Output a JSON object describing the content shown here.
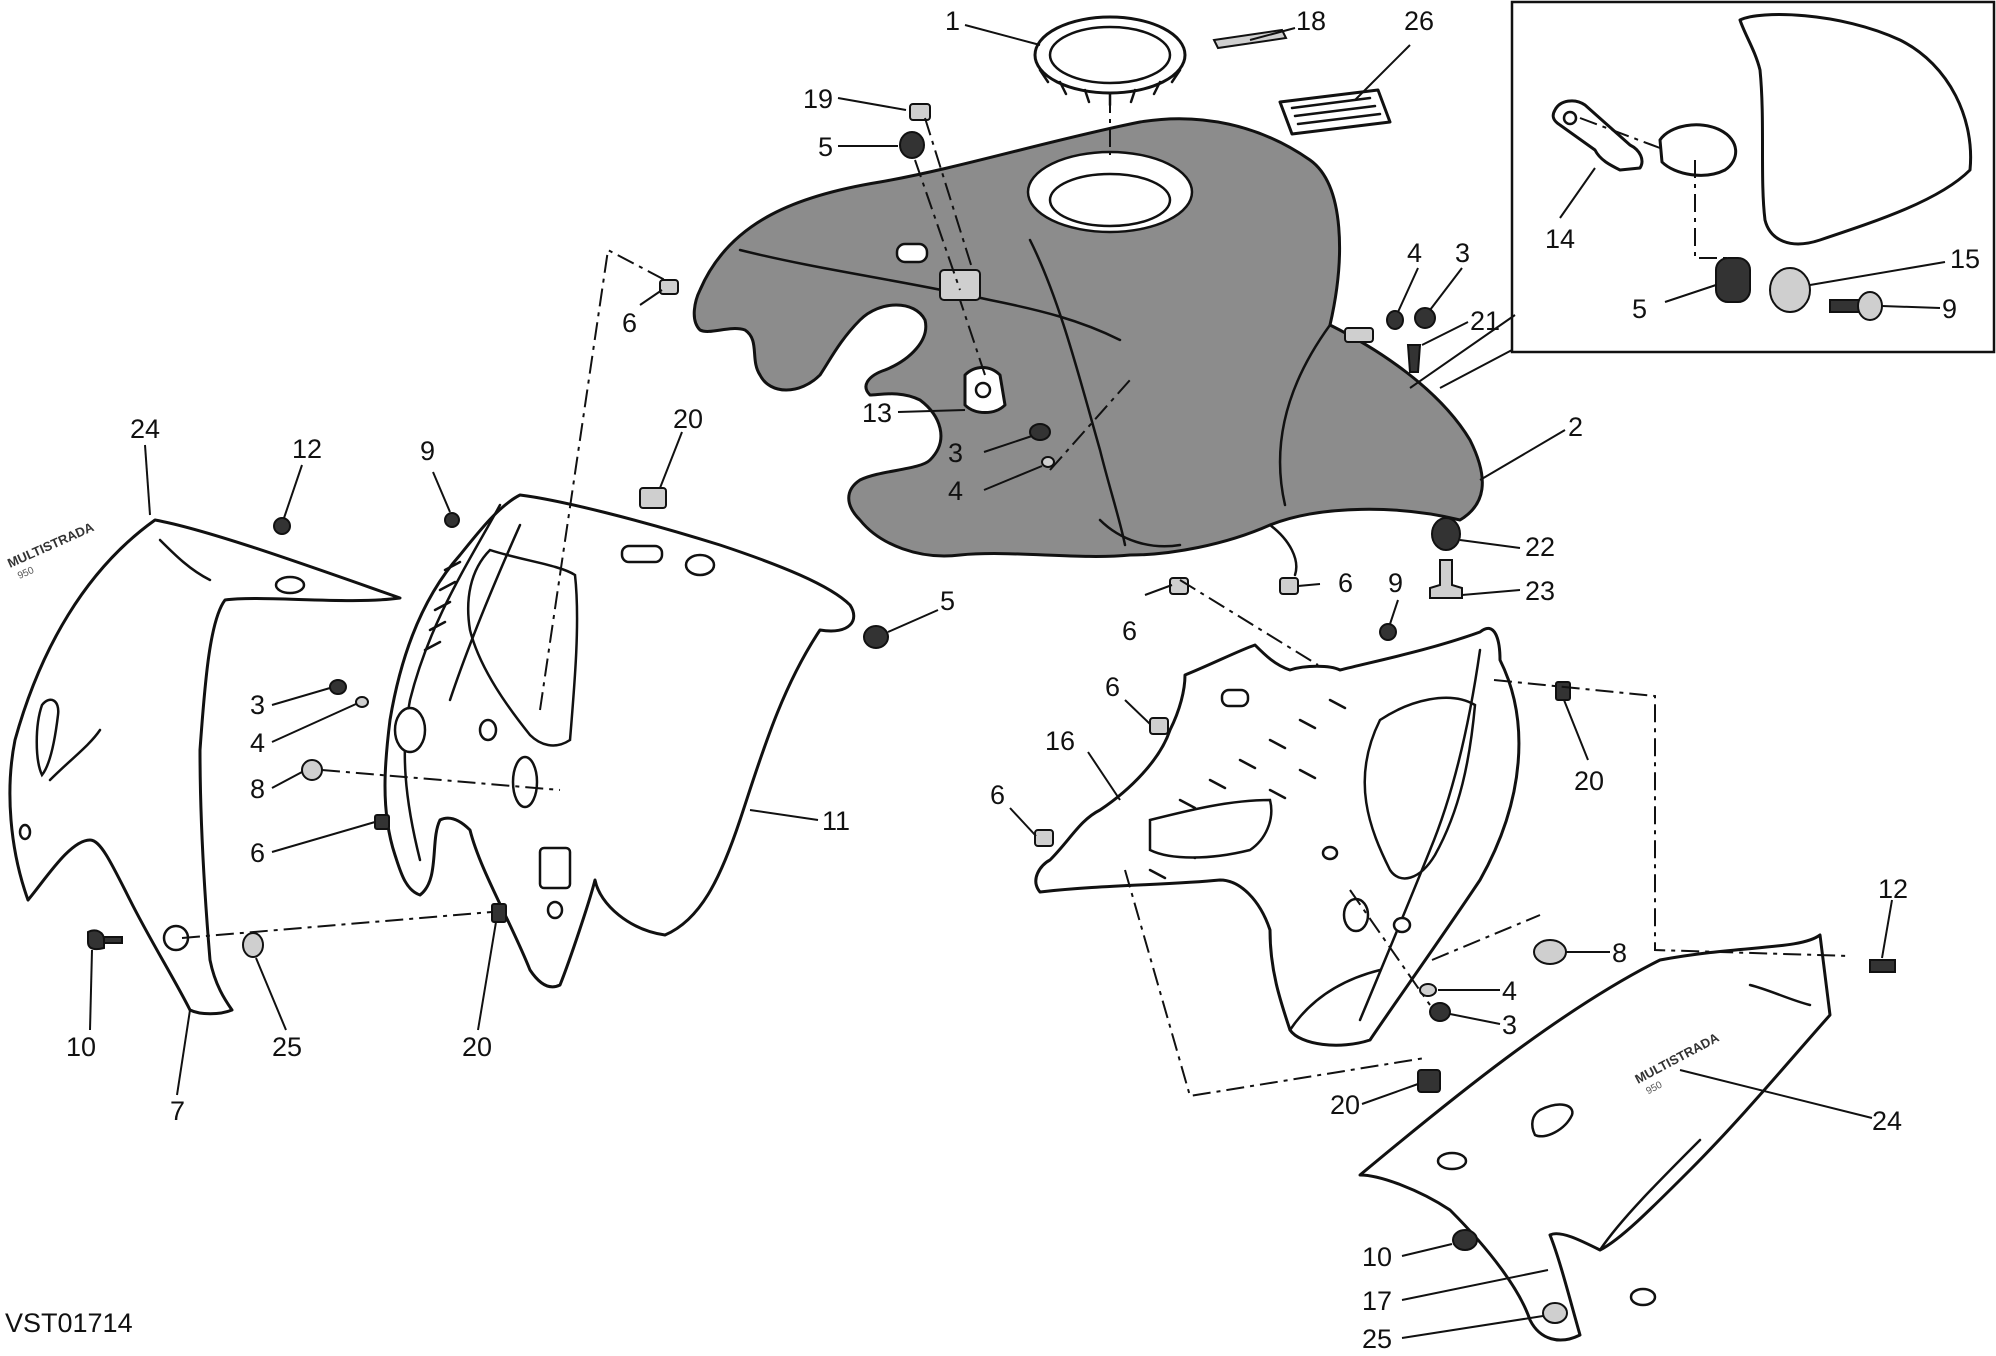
{
  "drawing_code": "VST01714",
  "decal_texts": {
    "left_model_name": "MULTISTRADA",
    "left_variant": "950",
    "right_model_name": "MULTISTRADA",
    "right_variant": "950"
  },
  "callouts": [
    {
      "id": "c1",
      "label": "1"
    },
    {
      "id": "c18",
      "label": "18"
    },
    {
      "id": "c26",
      "label": "26"
    },
    {
      "id": "c19",
      "label": "19"
    },
    {
      "id": "c5a",
      "label": "5"
    },
    {
      "id": "c6a",
      "label": "6"
    },
    {
      "id": "c4a",
      "label": "4"
    },
    {
      "id": "c3a",
      "label": "3"
    },
    {
      "id": "c21",
      "label": "21"
    },
    {
      "id": "c13",
      "label": "13"
    },
    {
      "id": "c3b",
      "label": "3"
    },
    {
      "id": "c4b",
      "label": "4"
    },
    {
      "id": "c2",
      "label": "2"
    },
    {
      "id": "c22",
      "label": "22"
    },
    {
      "id": "c23",
      "label": "23"
    },
    {
      "id": "c6b",
      "label": "6"
    },
    {
      "id": "c6c",
      "label": "6"
    },
    {
      "id": "c9a",
      "label": "9"
    },
    {
      "id": "c14",
      "label": "14"
    },
    {
      "id": "c15",
      "label": "15"
    },
    {
      "id": "c5b",
      "label": "5"
    },
    {
      "id": "c9b",
      "label": "9"
    },
    {
      "id": "c24a",
      "label": "24"
    },
    {
      "id": "c12a",
      "label": "12"
    },
    {
      "id": "c9c",
      "label": "9"
    },
    {
      "id": "c20a",
      "label": "20"
    },
    {
      "id": "c5c",
      "label": "5"
    },
    {
      "id": "c3c",
      "label": "3"
    },
    {
      "id": "c4c",
      "label": "4"
    },
    {
      "id": "c8a",
      "label": "8"
    },
    {
      "id": "c6d",
      "label": "6"
    },
    {
      "id": "c11",
      "label": "11"
    },
    {
      "id": "c10a",
      "label": "10"
    },
    {
      "id": "c25a",
      "label": "25"
    },
    {
      "id": "c20b",
      "label": "20"
    },
    {
      "id": "c7",
      "label": "7"
    },
    {
      "id": "c6e",
      "label": "6"
    },
    {
      "id": "c16",
      "label": "16"
    },
    {
      "id": "c6f",
      "label": "6"
    },
    {
      "id": "c20c",
      "label": "20"
    },
    {
      "id": "c12b",
      "label": "12"
    },
    {
      "id": "c8b",
      "label": "8"
    },
    {
      "id": "c4d",
      "label": "4"
    },
    {
      "id": "c3d",
      "label": "3"
    },
    {
      "id": "c20d",
      "label": "20"
    },
    {
      "id": "c24b",
      "label": "24"
    },
    {
      "id": "c10b",
      "label": "10"
    },
    {
      "id": "c17",
      "label": "17"
    },
    {
      "id": "c25b",
      "label": "25"
    }
  ]
}
